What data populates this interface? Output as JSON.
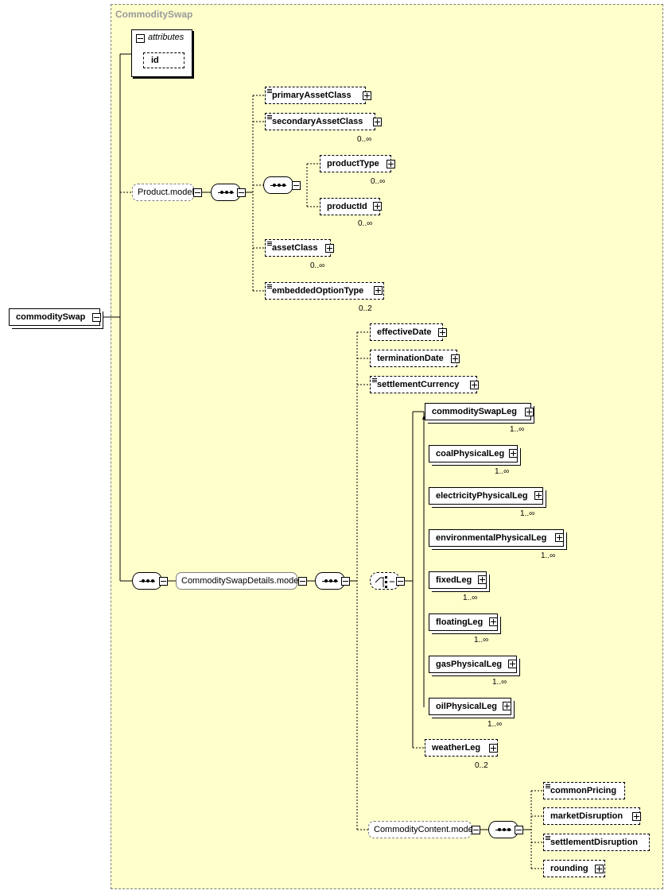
{
  "container": {
    "title": "CommoditySwap"
  },
  "root": {
    "name": "commoditySwap"
  },
  "attributes": {
    "title": "attributes",
    "items": [
      "id"
    ]
  },
  "product_model": {
    "label": "Product.model",
    "primaryAssetClass": "primaryAssetClass",
    "secondaryAssetClass": {
      "name": "secondaryAssetClass",
      "card": "0..∞"
    },
    "productType": {
      "name": "productType",
      "card": "0..∞"
    },
    "productId": {
      "name": "productId",
      "card": "0..∞"
    },
    "assetClass": {
      "name": "assetClass",
      "card": "0..∞"
    },
    "embeddedOptionType": {
      "name": "embeddedOptionType",
      "card": "0..2"
    }
  },
  "details_model": {
    "label": "CommoditySwapDetails.model",
    "effectiveDate": "effectiveDate",
    "terminationDate": "terminationDate",
    "settlementCurrency": "settlementCurrency",
    "legs": [
      {
        "name": "commoditySwapLeg",
        "card": "1..∞"
      },
      {
        "name": "coalPhysicalLeg",
        "card": "1..∞"
      },
      {
        "name": "electricityPhysicalLeg",
        "card": "1..∞"
      },
      {
        "name": "environmentalPhysicalLeg",
        "card": "1..∞"
      },
      {
        "name": "fixedLeg",
        "card": "1..∞"
      },
      {
        "name": "floatingLeg",
        "card": "1..∞"
      },
      {
        "name": "gasPhysicalLeg",
        "card": "1..∞"
      },
      {
        "name": "oilPhysicalLeg",
        "card": "1..∞"
      },
      {
        "name": "weatherLeg",
        "card": "0..2"
      }
    ]
  },
  "content_model": {
    "label": "CommodityContent.model",
    "items": [
      "commonPricing",
      "marketDisruption",
      "settlementDisruption",
      "rounding"
    ]
  }
}
